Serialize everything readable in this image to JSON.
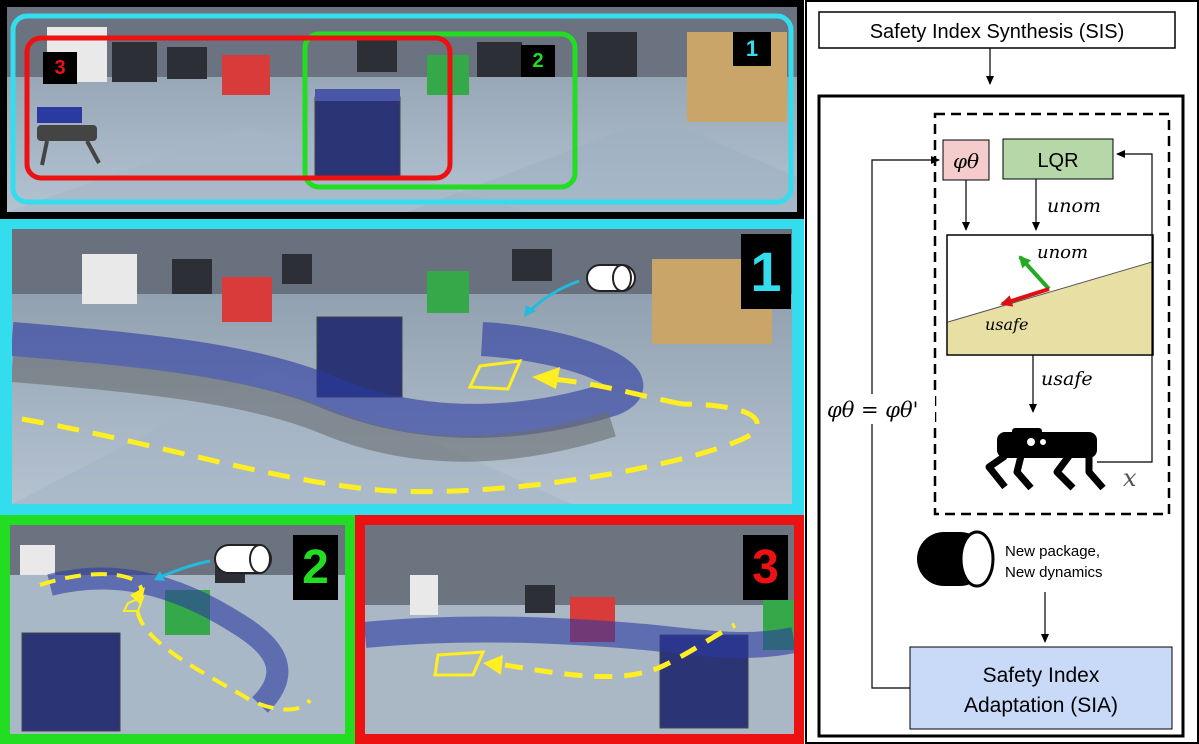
{
  "panels": {
    "overview": {
      "region_labels": [
        "1",
        "2",
        "3"
      ],
      "colors": {
        "region1": "#33ddee",
        "region2": "#22dd22",
        "region3": "#ee1111"
      }
    },
    "scenario1": {
      "badge": "1",
      "border_color": "#33ddee"
    },
    "scenario2": {
      "badge": "2",
      "border_color": "#22dd22"
    },
    "scenario3": {
      "badge": "3",
      "border_color": "#ee1111"
    }
  },
  "diagram": {
    "sis_title": "Safety Index Synthesis (SIS)",
    "phi_theta": "φθ",
    "lqr_label": "LQR",
    "u_nom_edge": "unom",
    "u_nom_vector": "unom",
    "u_safe_vector": "usafe",
    "u_safe_edge": "usafe",
    "state_x": "x",
    "phi_update": "φθ = φθ'",
    "package_text_line1": "New package,",
    "package_text_line2": "New dynamics",
    "sia_line1": "Safety Index",
    "sia_line2": "Adaptation (SIA)",
    "colors": {
      "phi_box": "#f4cccc",
      "lqr_box": "#b6d7a8",
      "sia_box": "#c9daf8",
      "safe_region": "#e8dfa5",
      "u_nom_arrow": "#22aa22",
      "u_safe_arrow": "#dd1111"
    }
  }
}
